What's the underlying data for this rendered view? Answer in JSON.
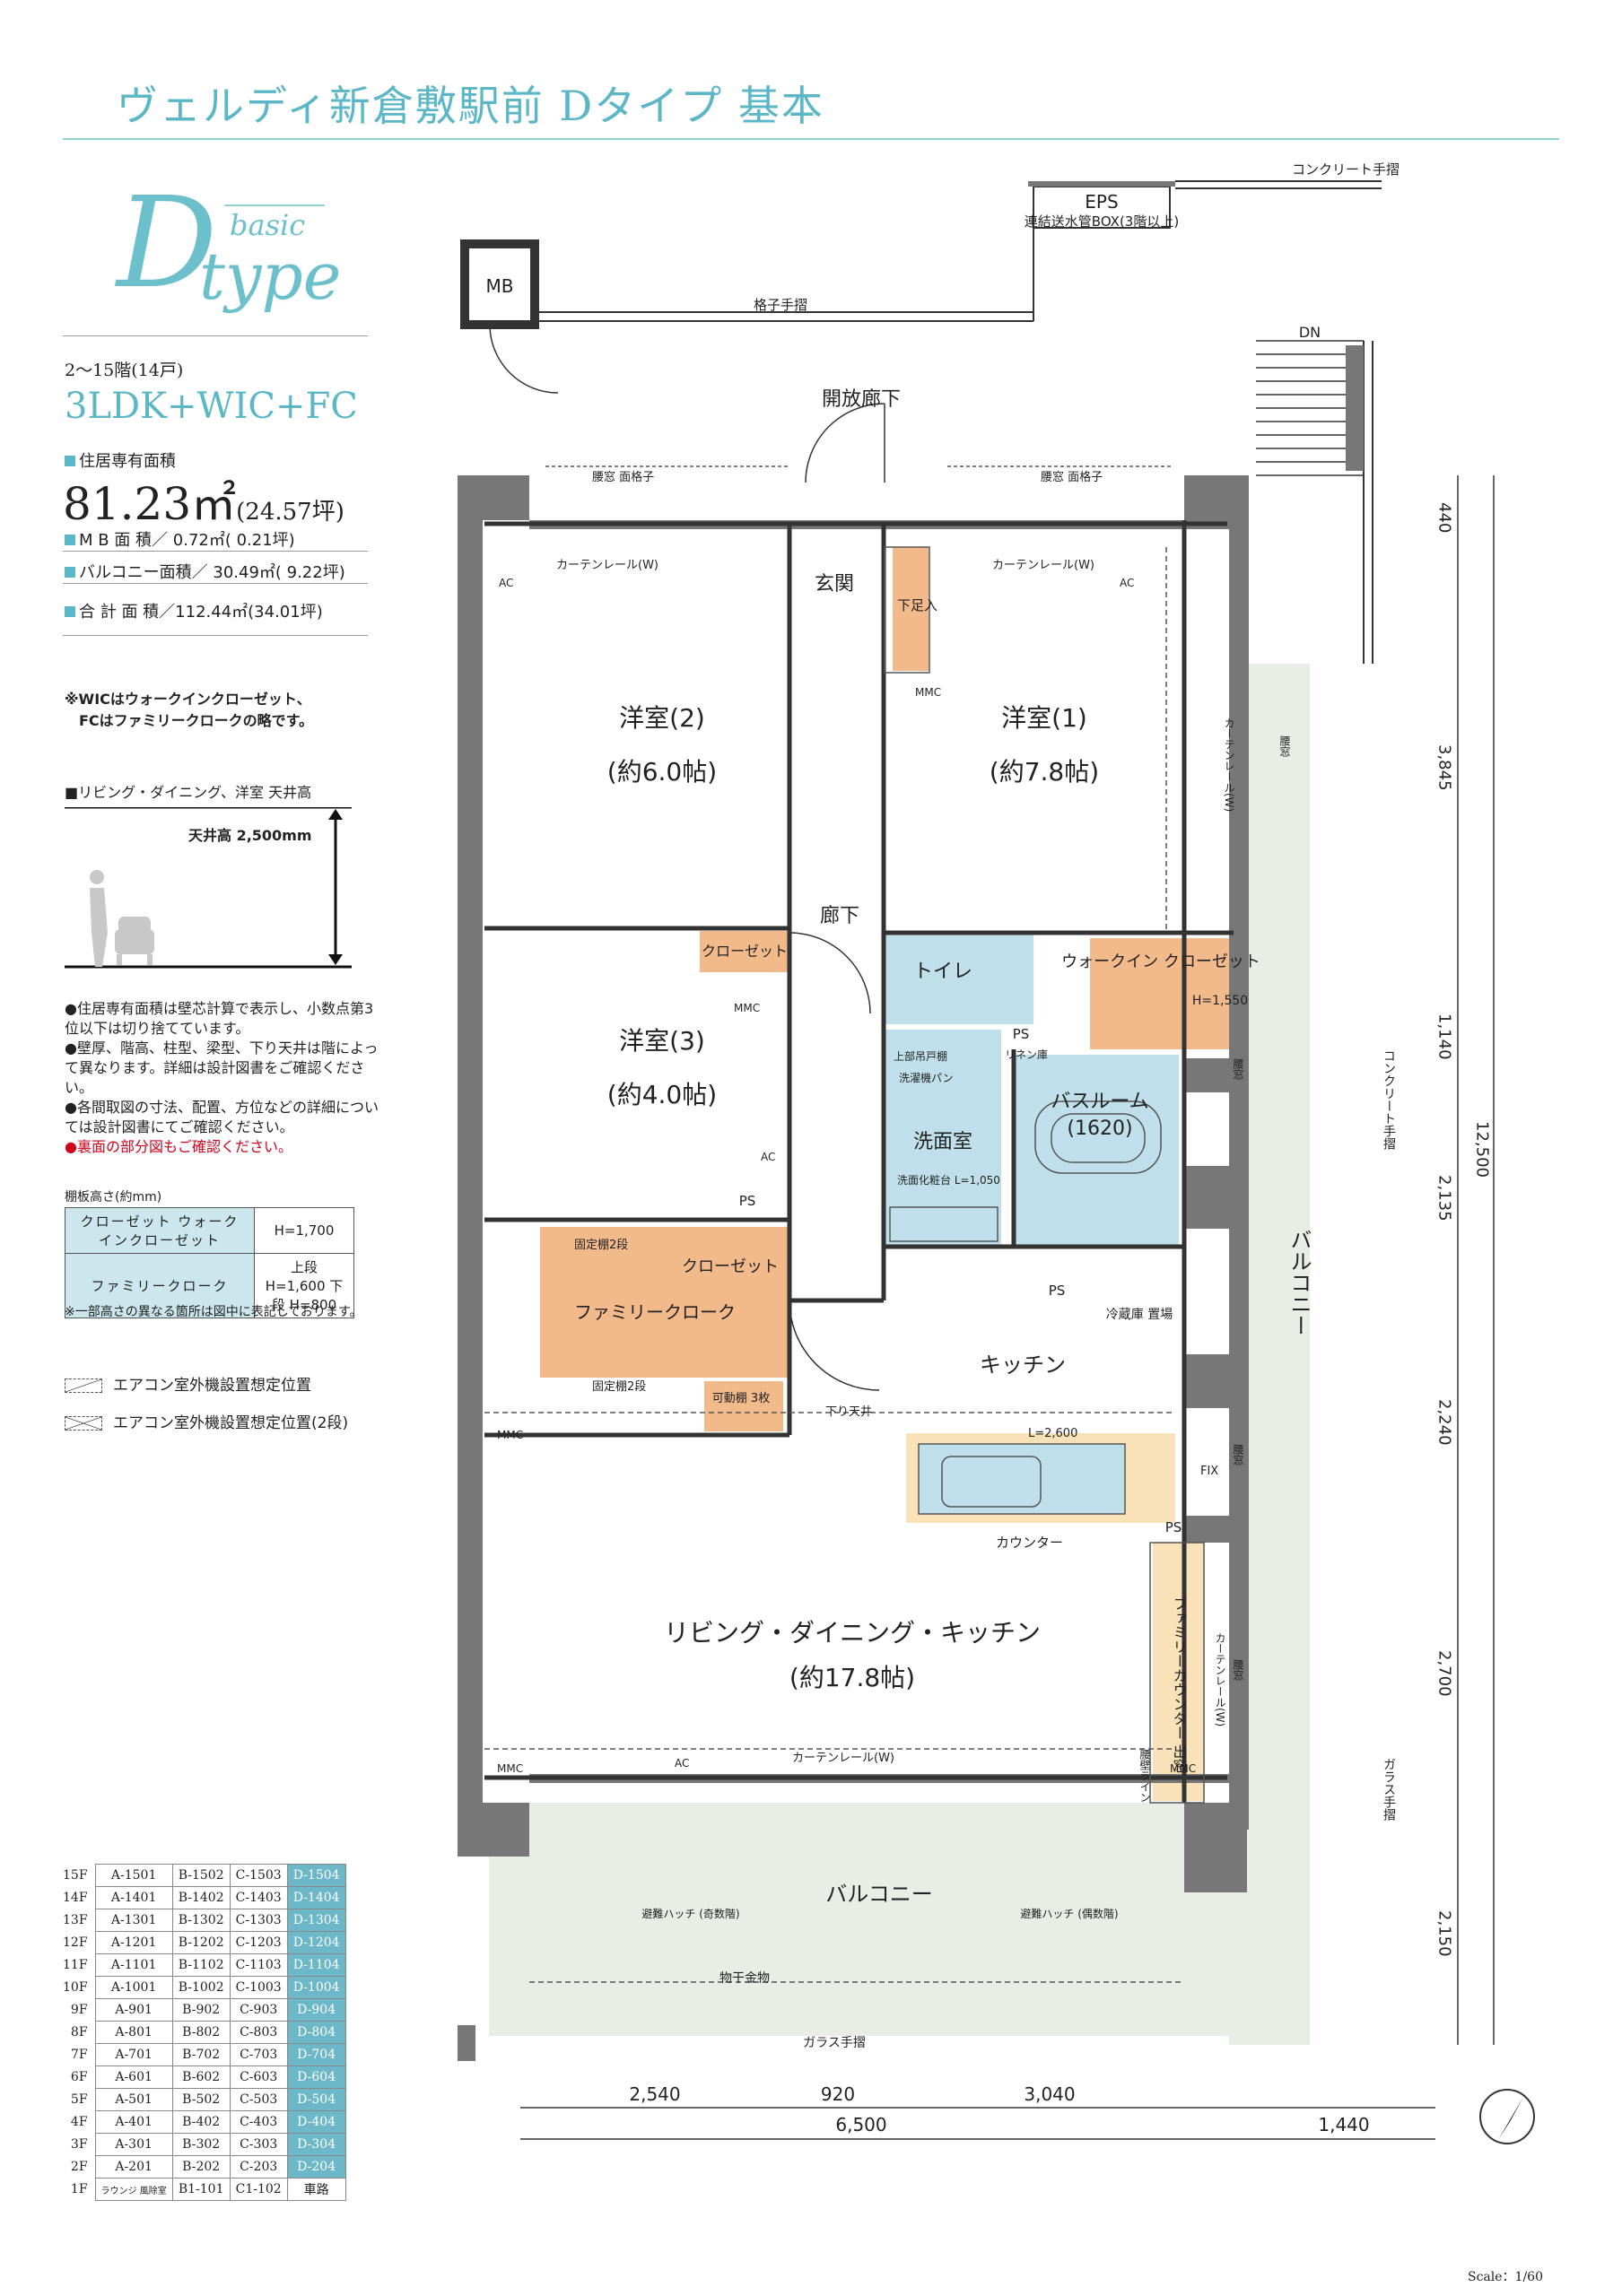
{
  "header": {
    "title": "ヴェルディ新倉敷駅前 Dタイプ 基本",
    "type_letter": "D",
    "type_sub": "basic",
    "type_word": "type"
  },
  "summary": {
    "floors": "2〜15階(14戸)",
    "plan": "3LDK+WIC+FC",
    "area_label": "住居専有面積",
    "area_main": "81.23㎡",
    "area_tsubo": "(24.57坪)",
    "mb": "M B 面 積／ 0.72㎡( 0.21坪)",
    "balcony": "バルコニー面積／ 30.49㎡( 9.22坪)",
    "total": "合 計 面 積／112.44㎡(34.01坪)"
  },
  "abbrev_note": [
    "※WICはウォークインクローゼット、",
    "FCはファミリークロークの略です。"
  ],
  "ceiling": {
    "label": "■リビング・ダイニング、洋室 天井高",
    "height": "天井高 2,500mm"
  },
  "notes": [
    "●住居専有面積は壁芯計算で表示し、小数点第3位以下は切り捨てています。",
    "●壁厚、階高、柱型、梁型、下り天井は階によって異なります。詳細は設計図書をご確認ください。",
    "●各間取図の寸法、配置、方位などの詳細については設計図書にてご確認ください。"
  ],
  "note_red": "●裏面の部分図もご確認ください。",
  "shelf": {
    "label": "棚板高さ(約mm)",
    "rows": [
      {
        "name": "クローゼット ウォークインクローゼット",
        "value": "H=1,700"
      },
      {
        "name": "ファミリークローク",
        "value": "上段 H=1,600 下段 H=800"
      }
    ],
    "note": "※一部高さの異なる箇所は図中に表記しております。"
  },
  "legend": {
    "ac1": "エアコン室外機設置想定位置",
    "ac2": "エアコン室外機設置想定位置(2段)"
  },
  "units": [
    {
      "floor": "15F",
      "cells": [
        "A-1501",
        "B-1502",
        "C-1503",
        "D-1504"
      ]
    },
    {
      "floor": "14F",
      "cells": [
        "A-1401",
        "B-1402",
        "C-1403",
        "D-1404"
      ]
    },
    {
      "floor": "13F",
      "cells": [
        "A-1301",
        "B-1302",
        "C-1303",
        "D-1304"
      ]
    },
    {
      "floor": "12F",
      "cells": [
        "A-1201",
        "B-1202",
        "C-1203",
        "D-1204"
      ]
    },
    {
      "floor": "11F",
      "cells": [
        "A-1101",
        "B-1102",
        "C-1103",
        "D-1104"
      ]
    },
    {
      "floor": "10F",
      "cells": [
        "A-1001",
        "B-1002",
        "C-1003",
        "D-1004"
      ]
    },
    {
      "floor": "9F",
      "cells": [
        "A-901",
        "B-902",
        "C-903",
        "D-904"
      ]
    },
    {
      "floor": "8F",
      "cells": [
        "A-801",
        "B-802",
        "C-803",
        "D-804"
      ]
    },
    {
      "floor": "7F",
      "cells": [
        "A-701",
        "B-702",
        "C-703",
        "D-704"
      ]
    },
    {
      "floor": "6F",
      "cells": [
        "A-601",
        "B-602",
        "C-603",
        "D-604"
      ]
    },
    {
      "floor": "5F",
      "cells": [
        "A-501",
        "B-502",
        "C-503",
        "D-504"
      ]
    },
    {
      "floor": "4F",
      "cells": [
        "A-401",
        "B-402",
        "C-403",
        "D-404"
      ]
    },
    {
      "floor": "3F",
      "cells": [
        "A-301",
        "B-302",
        "C-303",
        "D-304"
      ]
    },
    {
      "floor": "2F",
      "cells": [
        "A-201",
        "B-202",
        "C-203",
        "D-204"
      ]
    },
    {
      "floor": "1F",
      "cells": [
        "ラウンジ 風除室",
        "B1-101",
        "C1-102",
        "車路"
      ]
    }
  ],
  "scale": "Scale：1/60",
  "plan_labels": {
    "concrete_rail_top": "コンクリート手摺",
    "eps": "EPS",
    "eps_sub": "連結送水管BOX(3階以上)",
    "mb": "MB",
    "lattice_rail": "格子手摺",
    "dn": "DN",
    "open_corridor": "開放廊下",
    "waist_window_grille": "腰窓 面格子",
    "curtain_rail": "カーテンレール(W)",
    "genkan": "玄関",
    "shoes": "下足入",
    "room2": "洋室(2)",
    "room2_size": "(約6.0帖)",
    "room1": "洋室(1)",
    "room1_size": "(約7.8帖)",
    "room3": "洋室(3)",
    "room3_size": "(約4.0帖)",
    "corridor": "廊下",
    "closet": "クローゼット",
    "toilet": "トイレ",
    "wic": "ウォークイン クローゼット",
    "wic_h": "H=1,550",
    "linen": "リネン庫",
    "upper_cab": "上部吊戸棚",
    "washer_pan": "洗濯機パン",
    "bath": "バスルーム",
    "bath_size": "(1620)",
    "washroom": "洗面室",
    "vanity": "洗面化粧台 L=1,050",
    "fixed_shelf2": "固定棚2段",
    "family_cloak": "ファミリークローク",
    "movable_shelf": "可動棚 3枚",
    "kitchen": "キッチン",
    "fridge": "冷蔵庫 置場",
    "lowered_ceiling": "下り天井",
    "kitchen_len": "L=2,600",
    "counter": "カウンター",
    "family_counter": "ファミリーカウンター 出窓",
    "waist_line": "腰壁ライン",
    "waist_window": "腰窓",
    "fix": "FIX",
    "ldk": "リビング・ダイニング・キッチン",
    "ldk_size": "(約17.8帖)",
    "balcony_right": "バルコニー",
    "balcony_bottom": "バルコニー",
    "hatch_odd": "避難ハッチ (奇数階)",
    "hatch_even": "避難ハッチ (偶数階)",
    "drying": "物干金物",
    "glass_rail": "ガラス手摺",
    "concrete_rail_right": "コンクリート手摺",
    "glass_rail_right": "ガラス手摺",
    "ps": "PS",
    "mmc": "MMC",
    "ac": "AC"
  },
  "dimensions": {
    "bottom_row1": [
      "2,540",
      "920",
      "3,040"
    ],
    "bottom_row2": [
      "6,500",
      "1,440"
    ],
    "right_col": [
      "440",
      "3,845",
      "1,140",
      "2,135",
      "2,240",
      "2,700",
      "2,150"
    ],
    "right_total": "12,500"
  },
  "colors": {
    "accent": "#5bb7c6",
    "storage": "#f2b98a",
    "wet": "#bfe0ea",
    "balcony": "#e8ede5"
  }
}
